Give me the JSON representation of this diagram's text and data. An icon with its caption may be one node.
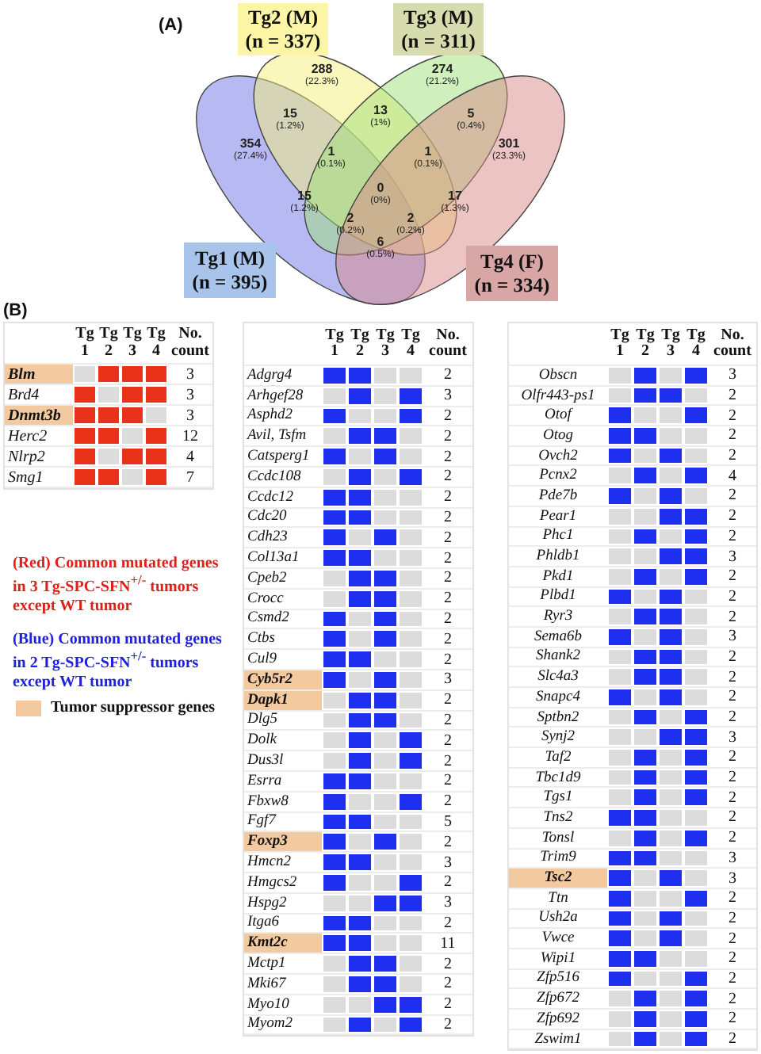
{
  "diagram": {
    "nodes": [
      {
        "text": [
          "Tg2 (M)",
          "(n = 337)"
        ]
      },
      {
        "text": [
          "Tg3 (M)",
          "(n = 311)"
        ]
      },
      {
        "text": [
          "Tg1 (M)",
          "(n = 395)"
        ]
      },
      {
        "text": [
          "Tg4 (F)",
          "(n = 334)"
        ]
      }
    ],
    "labels": [
      "(A)",
      "288",
      "(22.3%)",
      "274",
      "(21.2%)",
      "15",
      "(1.2%)",
      "13",
      "(1%)",
      "5",
      "(0.4%)",
      "354",
      "(27.4%)",
      "1",
      "(0.1%)",
      "1",
      "(0.1%)",
      "301",
      "(23.3%)",
      "15",
      "(1.2%)",
      "0",
      "(0%)",
      "17",
      "(1.3%)",
      "2",
      "(0.2%)",
      "2",
      "(0.2%)",
      "6",
      "(0.5%)",
      "(B)",
      "Tg 1",
      "Tg 2",
      "Tg 3",
      "Tg 4",
      "No. count",
      "Blm",
      "3",
      "Brd4",
      "3",
      "Dnmt3b",
      "3",
      "Herc2",
      "12",
      "Nlrp2",
      "4",
      "Smg1",
      "7",
      "Tg 1",
      "Tg 2",
      "Tg 3",
      "Tg 4",
      "No. count",
      "Adgrg4",
      "2",
      "Arhgef28",
      "3",
      "Asphd2",
      "2",
      "Avil, Tsfm",
      "2",
      "Catsperg1",
      "2",
      "Ccdc108",
      "2",
      "Ccdc12",
      "2",
      "Cdc20",
      "2",
      "Cdh23",
      "2",
      "Col13a1",
      "2",
      "Cpeb2",
      "2",
      "Crocc",
      "2",
      "Csmd2",
      "2",
      "Ctbs",
      "2",
      "Cul9",
      "2",
      "Cyb5r2",
      "3",
      "Dapk1",
      "2",
      "Dlg5",
      "2",
      "Dolk",
      "2",
      "Dus3l",
      "2",
      "Esrra",
      "2",
      "Fbxw8",
      "2",
      "Fgf7",
      "5",
      "Foxp3",
      "2",
      "Hmcn2",
      "3",
      "Hmgcs2",
      "2",
      "Hspg2",
      "3",
      "Itga6",
      "2",
      "Kmt2c",
      "11",
      "Mctp1",
      "2",
      "Mki67",
      "2",
      "Myo10",
      "2",
      "Myom2",
      "2",
      "Tg 1",
      "Tg 2",
      "Tg 3",
      "Tg 4",
      "No. count",
      "Obscn",
      "3",
      "Olfr443-ps1",
      "2",
      "Otof",
      "2",
      "Otog",
      "2",
      "Ovch2",
      "2",
      "Pcnx2",
      "4",
      "Pde7b",
      "2",
      "Pear1",
      "2",
      "Phc1",
      "2",
      "Phldb1",
      "3",
      "Pkd1",
      "2",
      "Plbd1",
      "2",
      "Ryr3",
      "2",
      "Sema6b",
      "3",
      "Shank2",
      "2",
      "Slc4a3",
      "2",
      "Snapc4",
      "2",
      "Sptbn2",
      "2",
      "Synj2",
      "3",
      "Taf2",
      "2",
      "Tbc1d9",
      "2",
      "Tgs1",
      "2",
      "Tns2",
      "2",
      "Tonsl",
      "2",
      "Trim9",
      "3",
      "Tsc2",
      "3",
      "Ttn",
      "2",
      "Ush2a",
      "2",
      "Vwce",
      "2",
      "Wipi1",
      "2",
      "Zfp516",
      "2",
      "Zfp672",
      "2",
      "Zfp692",
      "2",
      "Zswim1",
      "2",
      "(Red) Common mutated genes in 3 Tg-SPC-SFN$^{+/-}$ tumors except WT tumor",
      "(Blue) Common mutated genes in 2 Tg-SPC-SFN$^{+/-}$ tumors except WT tumor"
    ],
    "legend": [
      {
        "text": "Tumor suppressor genes",
        "color": "#f3c9a0"
      }
    ]
  }
}
